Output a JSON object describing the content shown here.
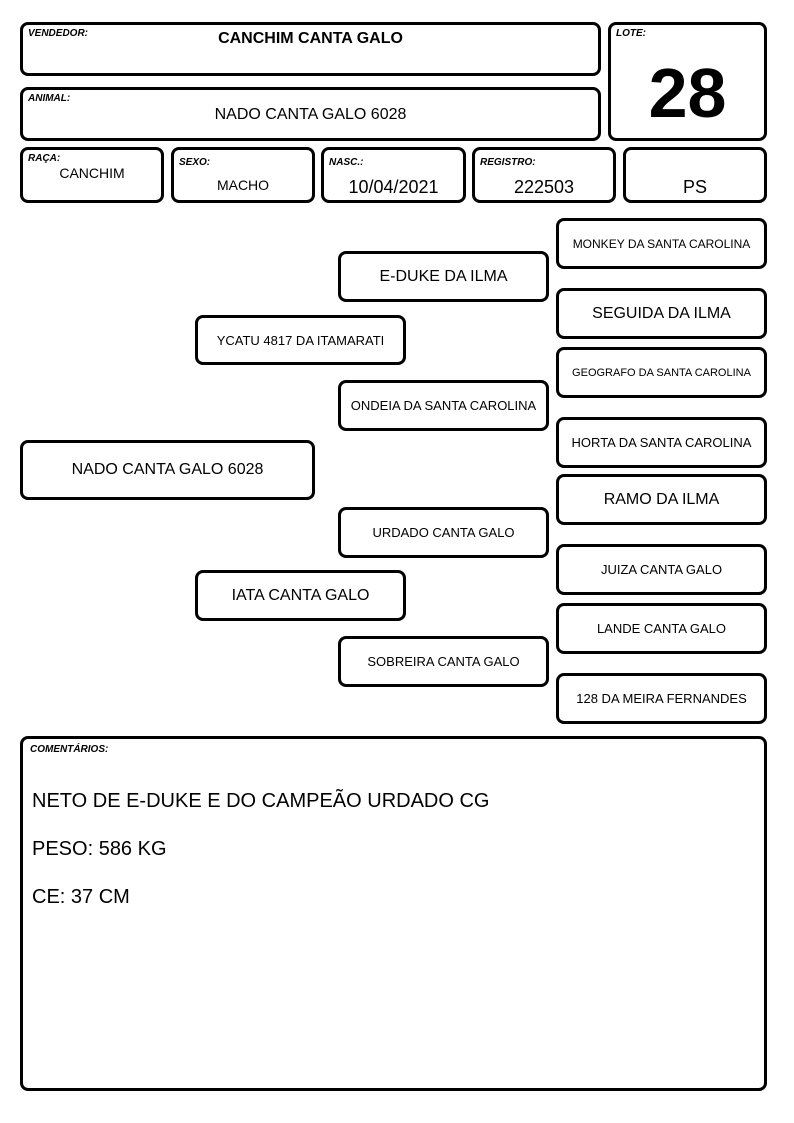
{
  "vendedor": {
    "label": "VENDEDOR:",
    "value": "CANCHIM CANTA GALO"
  },
  "lote": {
    "label": "LOTE:",
    "value": "28"
  },
  "animal": {
    "label": "ANIMAL:",
    "value": "NADO CANTA GALO 6028"
  },
  "raca": {
    "label": "RAÇA:",
    "value": "CANCHIM"
  },
  "sexo": {
    "label": "SEXO:",
    "value": "MACHO"
  },
  "nasc": {
    "label": "NASC.:",
    "value": "10/04/2021"
  },
  "registro": {
    "label": "REGISTRO:",
    "value": "222503"
  },
  "categoria": {
    "value": "PS"
  },
  "pedigree": {
    "animal": "NADO CANTA GALO 6028",
    "sire": "YCATU 4817 DA ITAMARATI",
    "dam": "IATA CANTA GALO",
    "sire_sire": "E-DUKE DA ILMA",
    "sire_dam": "ONDEIA DA SANTA CAROLINA",
    "dam_sire": "URDADO CANTA GALO",
    "dam_dam": "SOBREIRA CANTA GALO",
    "ggp": [
      "MONKEY DA SANTA CAROLINA",
      "SEGUIDA DA ILMA",
      "GEOGRAFO DA SANTA CAROLINA",
      "HORTA DA SANTA CAROLINA",
      "RAMO DA ILMA",
      "JUIZA CANTA GALO",
      "LANDE CANTA GALO",
      "128 DA MEIRA FERNANDES"
    ]
  },
  "comentarios": {
    "label": "COMENTÁRIOS:",
    "lines": [
      "NETO DE E-DUKE E DO CAMPEÃO URDADO CG",
      "PESO: 586 KG",
      "CE: 37 CM"
    ]
  }
}
